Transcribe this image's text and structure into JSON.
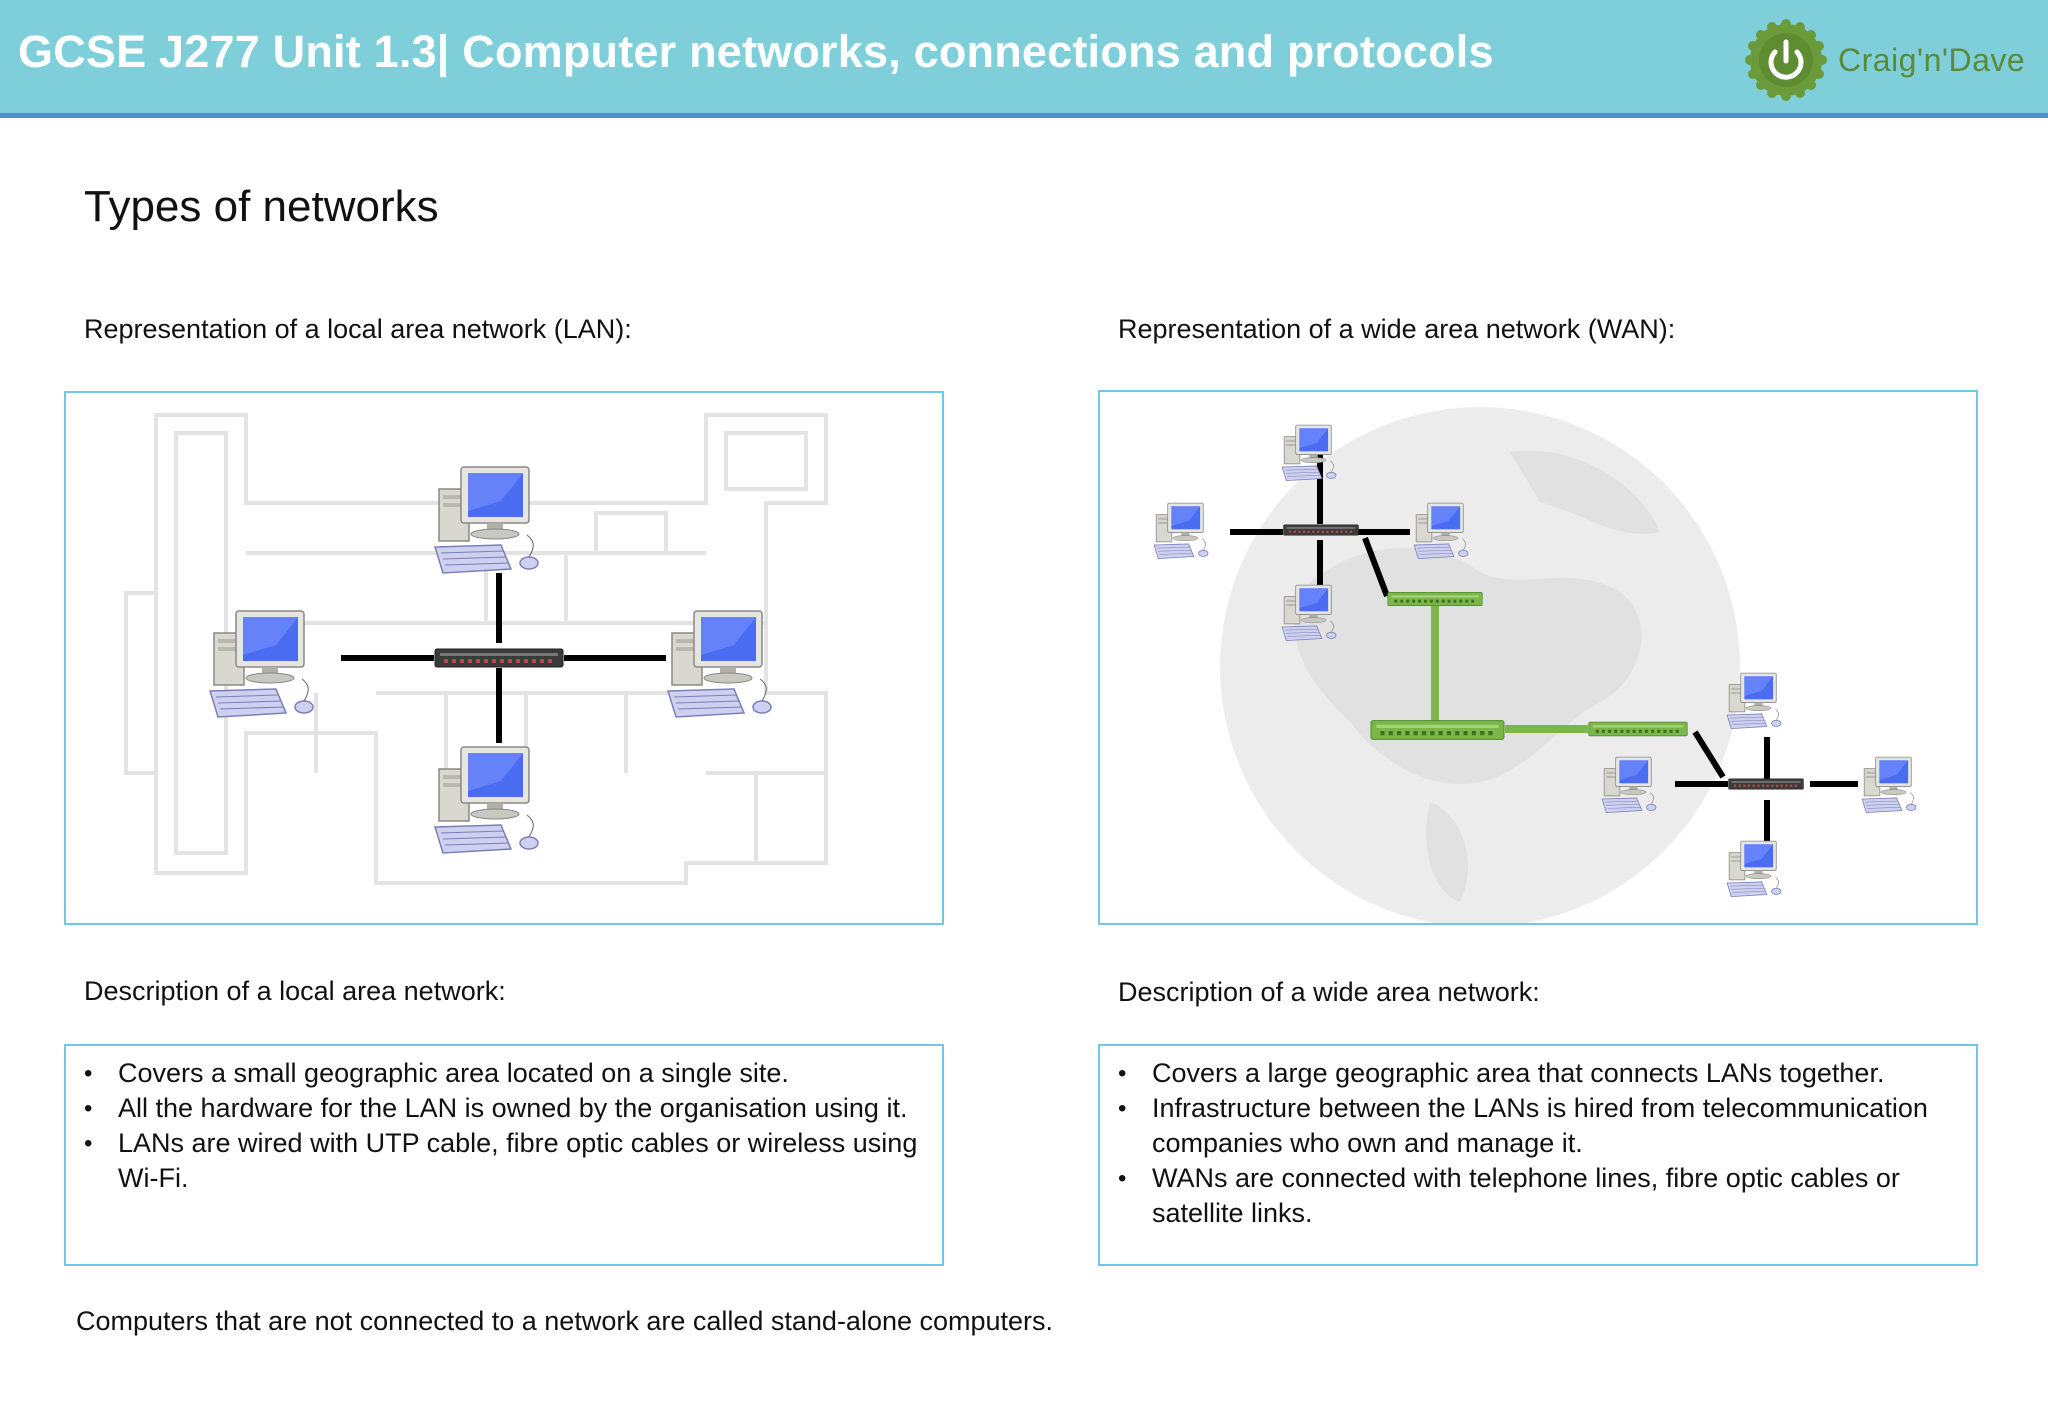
{
  "header": {
    "title": "GCSE J277 Unit 1.3| Computer networks, connections and protocols",
    "logo_text": "Craig'n'Dave",
    "color": "#7fcfdb",
    "accent": "#4a8fd0",
    "logo_color": "#6a9a3a"
  },
  "page_title": "Types of networks",
  "lan": {
    "rep_label": "Representation of a local area network (LAN):",
    "desc_label": "Description of a local area network:",
    "points": [
      "Covers a small geographic area located on a single site.",
      "All the hardware for the LAN is owned by the organisation using it.",
      "LANs are wired with UTP cable, fibre optic cables or wireless using Wi-Fi."
    ]
  },
  "wan": {
    "rep_label": "Representation of a wide area network (WAN):",
    "desc_label": "Description of a wide area network:",
    "points": [
      "Covers a large geographic area that connects LANs together.",
      "Infrastructure between the LANs is hired from telecommunication companies who own and manage it.",
      "WANs are connected with telephone lines, fibre optic cables or satellite links."
    ]
  },
  "footer_note": "Computers that are not connected to a network are called stand-alone computers.",
  "colors": {
    "frame_border": "#6fc8e6",
    "router_green": "#7ab648",
    "switch_dark": "#3a3a3a",
    "monitor_blue": "#4a6cf0"
  }
}
